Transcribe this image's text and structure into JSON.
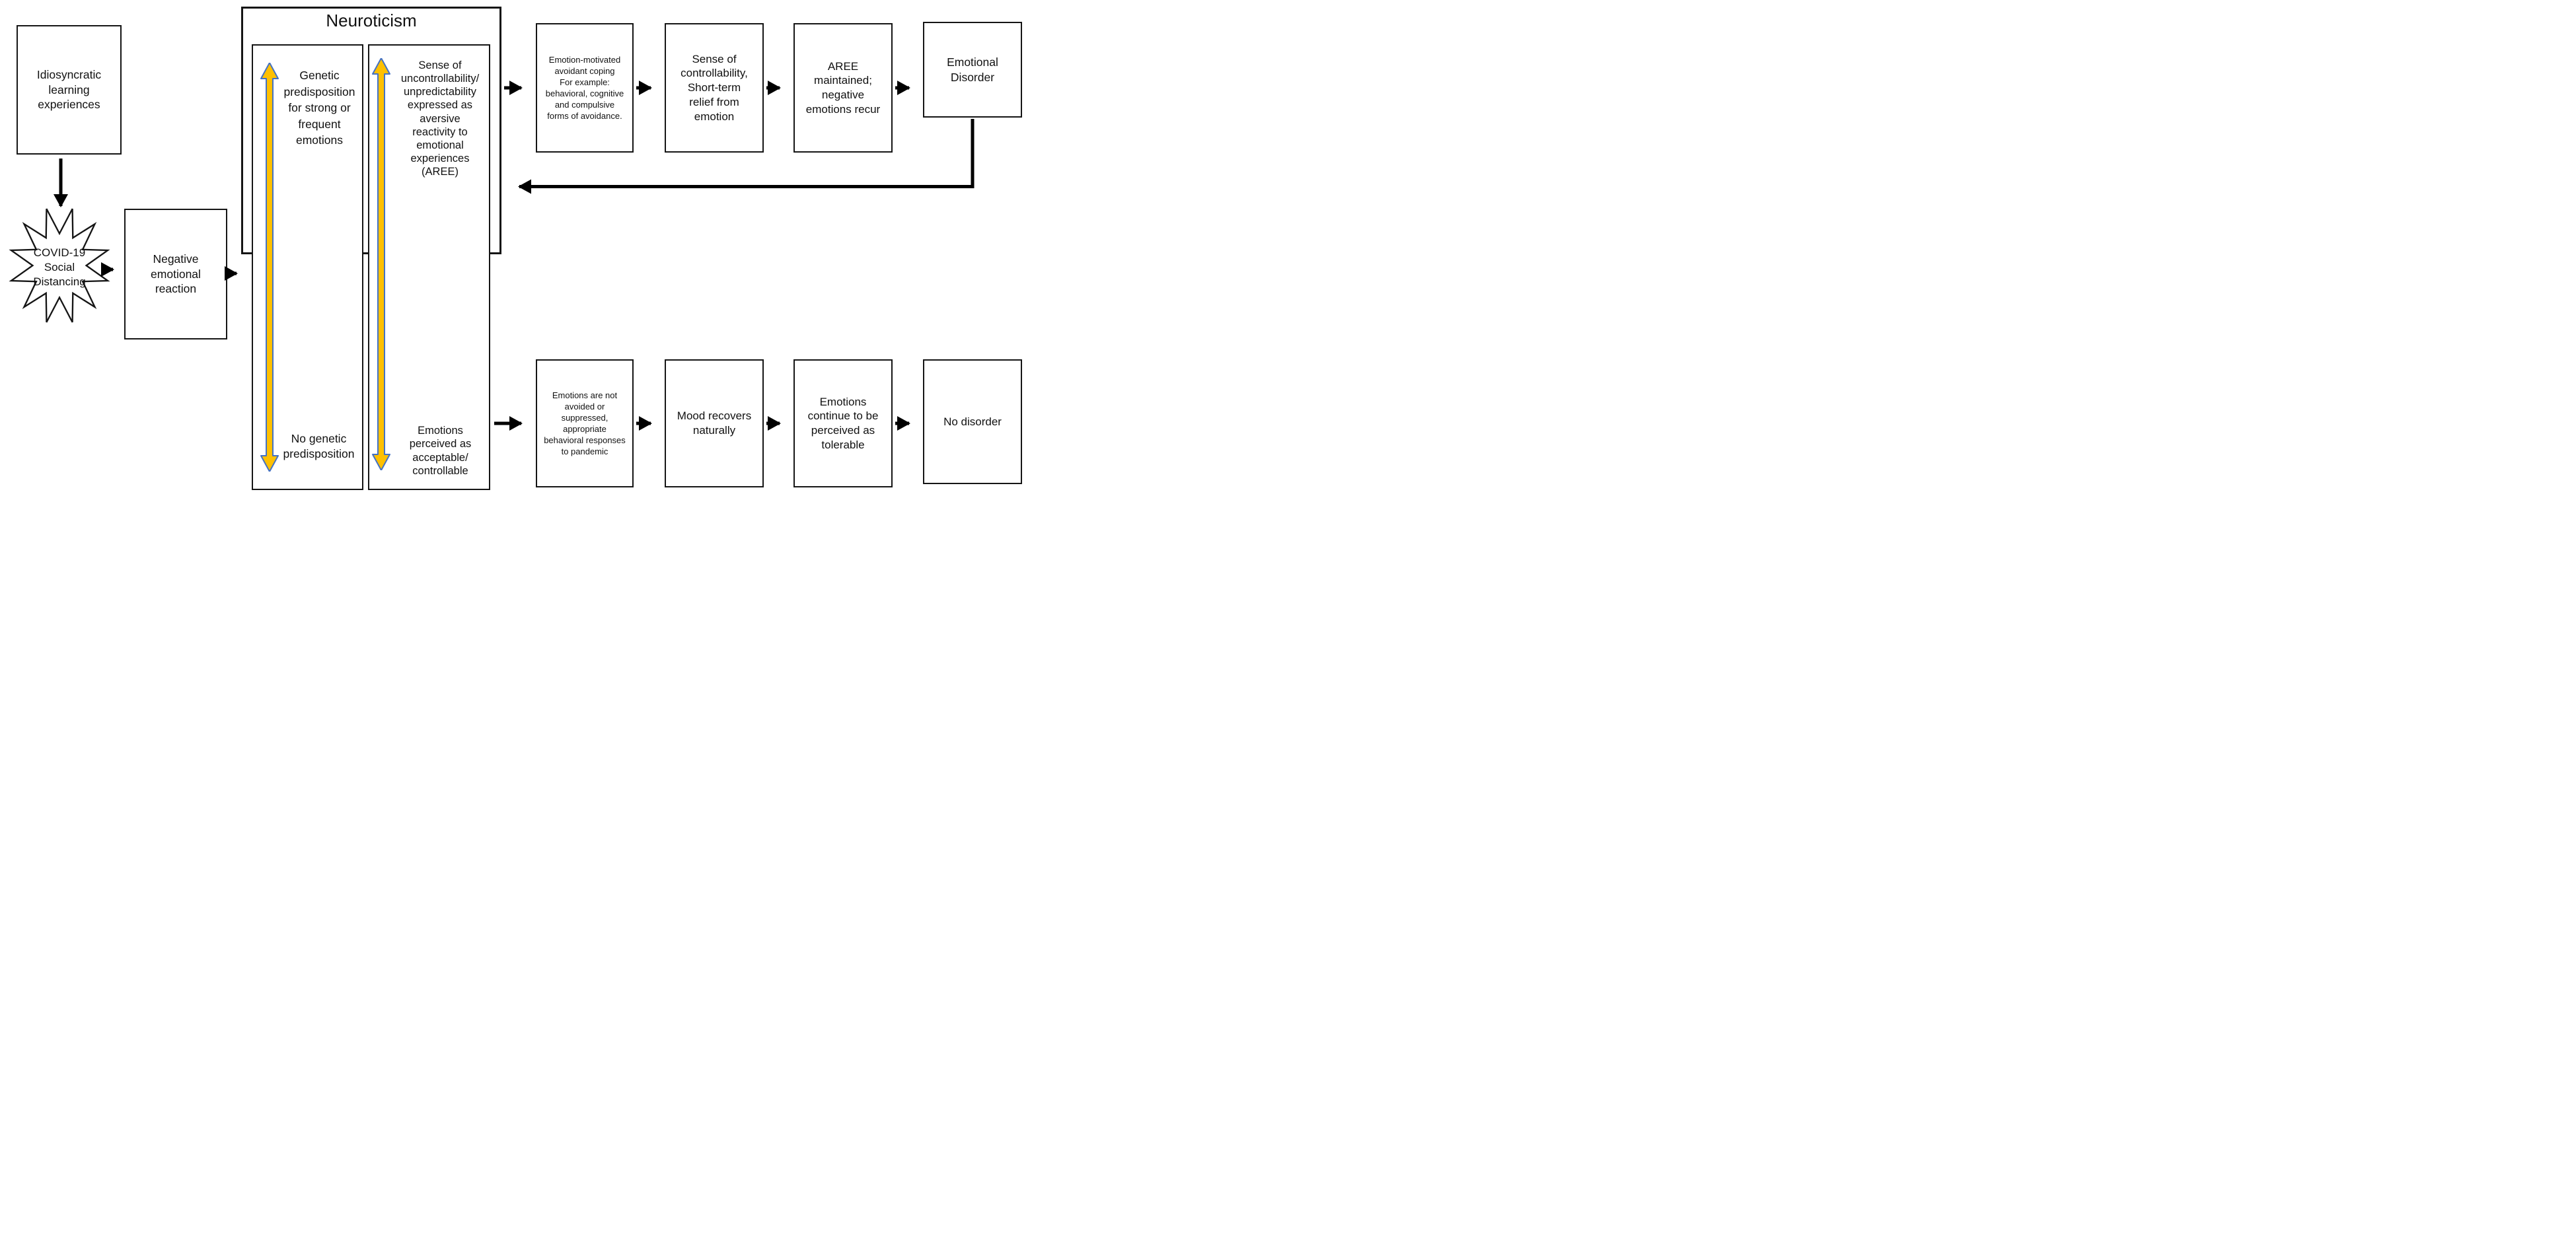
{
  "diagram": {
    "title": "Neuroticism",
    "nodes": {
      "idiosyncratic": "Idiosyncratic\nlearning\nexperiences",
      "covid": "COVID-19\nSocial\nDistancing",
      "negative_reaction": "Negative\nemotional\nreaction",
      "genetic_top": "Genetic\npredisposition\nfor strong or\nfrequent\nemotions",
      "genetic_bottom": "No genetic\npredisposition",
      "aree_top": "Sense of\nuncontrollability/\nunpredictability\nexpressed as\naversive\nreactivity to\nemotional\nexperiences\n(AREE)",
      "aree_bottom": "Emotions\nperceived as\nacceptable/\ncontrollable",
      "avoidant_coping": "Emotion-motivated\navoidant coping\nFor example:\nbehavioral, cognitive\nand compulsive\nforms of avoidance.",
      "controllability": "Sense of\ncontrollability,\nShort-term\nrelief from\nemotion",
      "aree_maintained": "AREE\nmaintained;\nnegative\nemotions recur",
      "emotional_disorder": "Emotional\nDisorder",
      "not_avoided": "Emotions are not\navoided or\nsuppressed,\nappropriate\nbehavioral responses\nto pandemic",
      "mood_recovers": "Mood recovers\nnaturally",
      "tolerable": "Emotions\ncontinue to be\nperceived as\ntolerable",
      "no_disorder": "No disorder"
    },
    "colors": {
      "severity_arrow_fill": "#FFC000",
      "severity_arrow_stroke": "#4472C4",
      "line": "#000000"
    }
  }
}
